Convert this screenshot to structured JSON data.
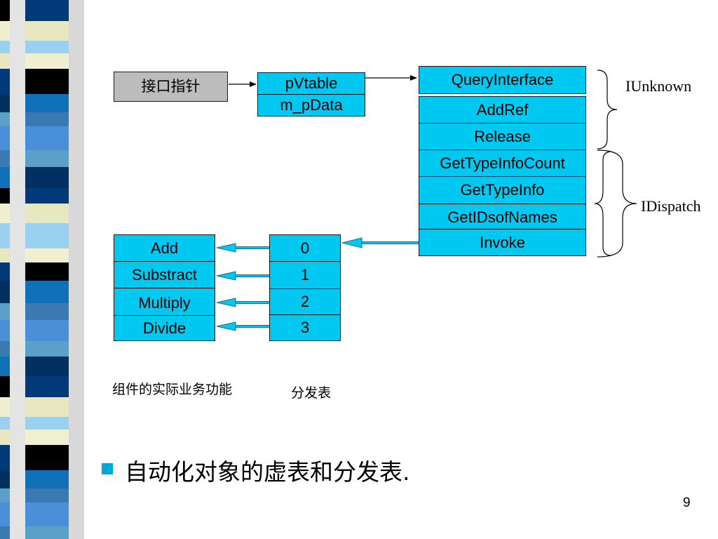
{
  "pointer_label": "接口指针",
  "object": {
    "vtable_ptr": "pVtable",
    "data_field": "m_pData"
  },
  "vtable": [
    "QueryInterface",
    "AddRef",
    "Release",
    "GetTypeInfoCount",
    "GetTypeInfo",
    "GetIDsofNames",
    "Invoke"
  ],
  "interfaces": {
    "iunknown": "IUnknown",
    "idispatch": "IDispatch"
  },
  "methods": [
    "Add",
    "Substract",
    "Multiply",
    "Divide"
  ],
  "dispatch_ids": [
    "0",
    "1",
    "2",
    "3"
  ],
  "captions": {
    "methods_caption": "组件的实际业务功能",
    "dispatch_caption": "分发表"
  },
  "bullet": "自动化对象的虚表和分发表.",
  "page_number": "9",
  "colors": {
    "box_fill": "#00c8f0",
    "pointer_fill": "#bcbcbc",
    "bullet": "#00a8d8"
  }
}
